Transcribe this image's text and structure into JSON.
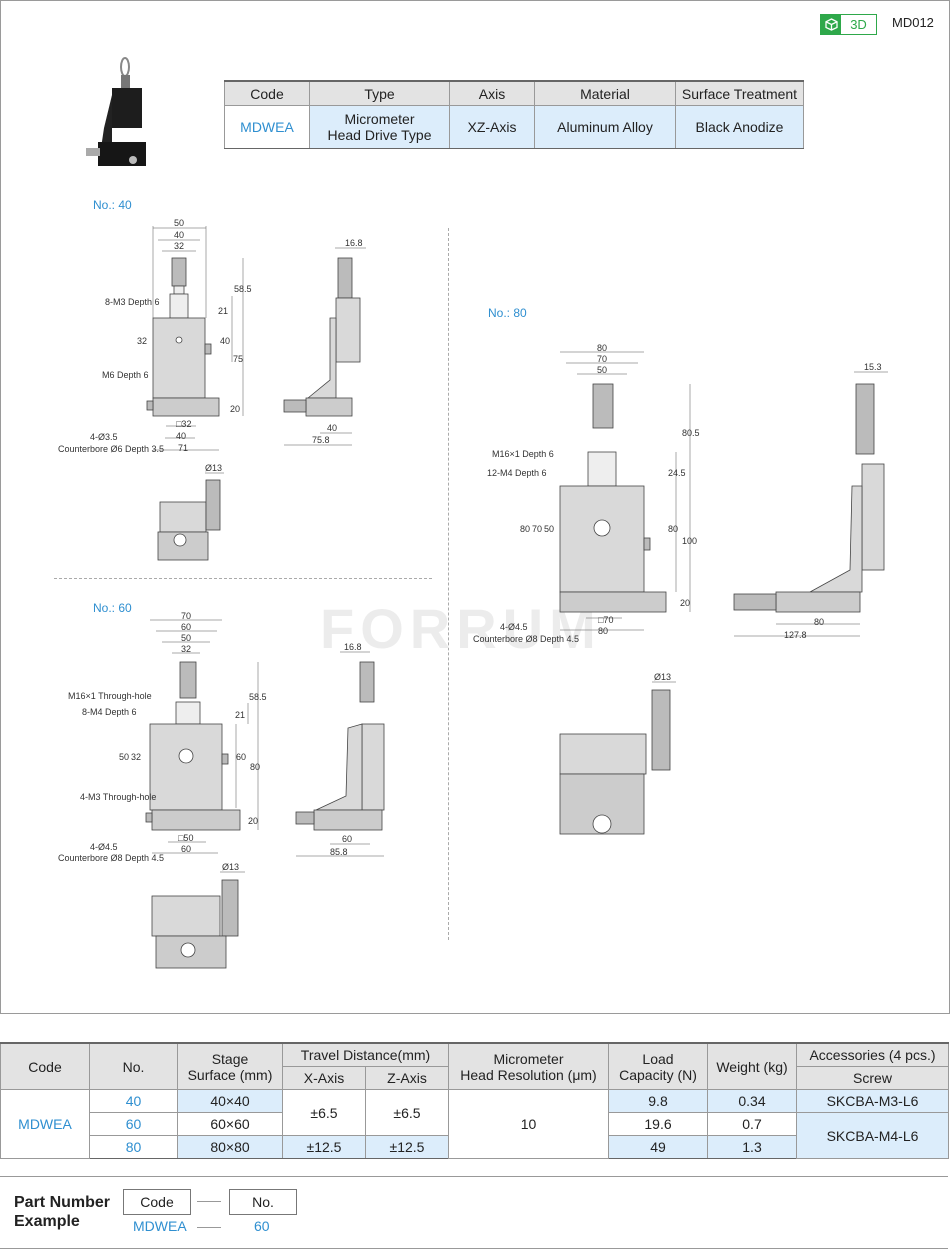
{
  "header": {
    "badge_3d": "3D",
    "doc_code": "MD012",
    "icon": "cube-icon"
  },
  "spec_table": {
    "headers": [
      "Code",
      "Type",
      "Axis",
      "Material",
      "Surface Treatment"
    ],
    "code": "MDWEA",
    "type_line1": "Micrometer",
    "type_line2": "Head Drive Type",
    "axis": "XZ-Axis",
    "material": "Aluminum Alloy",
    "surface": "Black Anodize"
  },
  "drawings": {
    "no40": {
      "title": "No.: 40",
      "dims": [
        "50",
        "40",
        "32",
        "58.5",
        "21",
        "40",
        "75",
        "20",
        "32",
        "□32",
        "40",
        "71",
        "16.8",
        "40",
        "75.8",
        "Ø13"
      ],
      "notes": [
        "8-M3 Depth 6",
        "M6 Depth 6",
        "4-Ø3.5",
        "Counterbore Ø6 Depth 3.5"
      ]
    },
    "no60": {
      "title": "No.: 60",
      "dims": [
        "70",
        "60",
        "50",
        "32",
        "58.5",
        "21",
        "60",
        "80",
        "20",
        "50",
        "32",
        "□50",
        "60",
        "16.8",
        "60",
        "85.8",
        "Ø13"
      ],
      "notes": [
        "M16×1 Through-hole",
        "8-M4 Depth 6",
        "4-M3 Through-hole",
        "4-Ø4.5",
        "Counterbore Ø8 Depth 4.5"
      ]
    },
    "no80": {
      "title": "No.: 80",
      "dims": [
        "80",
        "70",
        "50",
        "80.5",
        "24.5",
        "80",
        "100",
        "20",
        "80",
        "70",
        "50",
        "□70",
        "80",
        "15.3",
        "80",
        "127.8",
        "Ø13"
      ],
      "notes": [
        "M16×1 Depth 6",
        "12-M4 Depth 6",
        "4-Ø4.5",
        "Counterbore Ø8 Depth 4.5"
      ]
    }
  },
  "main_table": {
    "h_code": "Code",
    "h_no": "No.",
    "h_stage1": "Stage",
    "h_stage2": "Surface (mm)",
    "h_travel": "Travel Distance(mm)",
    "h_x": "X-Axis",
    "h_z": "Z-Axis",
    "h_res1": "Micrometer",
    "h_res2": "Head Resolution (μm)",
    "h_load1": "Load",
    "h_load2": "Capacity (N)",
    "h_weight": "Weight (kg)",
    "h_acc": "Accessories (4 pcs.)",
    "h_screw": "Screw",
    "code": "MDWEA",
    "rows": [
      {
        "no": "40",
        "stage": "40×40",
        "load": "9.8",
        "weight": "0.34"
      },
      {
        "no": "60",
        "stage": "60×60",
        "load": "19.6",
        "weight": "0.7"
      },
      {
        "no": "80",
        "stage": "80×80",
        "load": "49",
        "weight": "1.3"
      }
    ],
    "travel_small_x": "±6.5",
    "travel_small_z": "±6.5",
    "travel_large_x": "±12.5",
    "travel_large_z": "±12.5",
    "resolution": "10",
    "screw_1": "SKCBA-M3-L6",
    "screw_2": "SKCBA-M4-L6"
  },
  "part_number": {
    "label_line1": "Part Number",
    "label_line2": "Example",
    "code_box": "Code",
    "no_box": "No.",
    "code_value": "MDWEA",
    "no_value": "60"
  }
}
